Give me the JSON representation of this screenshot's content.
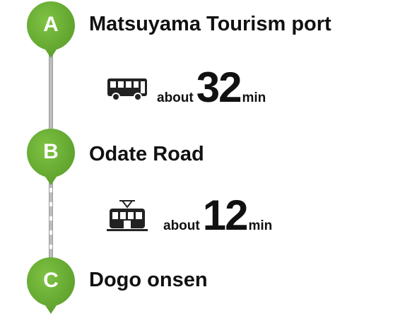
{
  "stops": [
    {
      "letter": "A",
      "name": "Matsuyama Tourism port"
    },
    {
      "letter": "B",
      "name": "Odate Road"
    },
    {
      "letter": "C",
      "name": "Dogo onsen"
    }
  ],
  "legs": [
    {
      "mode_icon": "bus-icon",
      "prefix": "about",
      "minutes": "32",
      "unit": "min"
    },
    {
      "mode_icon": "tram-icon",
      "prefix": "about",
      "minutes": "12",
      "unit": "min"
    }
  ],
  "colors": {
    "marker_green": "#69b033",
    "marker_green_dark": "#4f9424",
    "line_gray": "#bdbdbd",
    "text": "#111111"
  }
}
